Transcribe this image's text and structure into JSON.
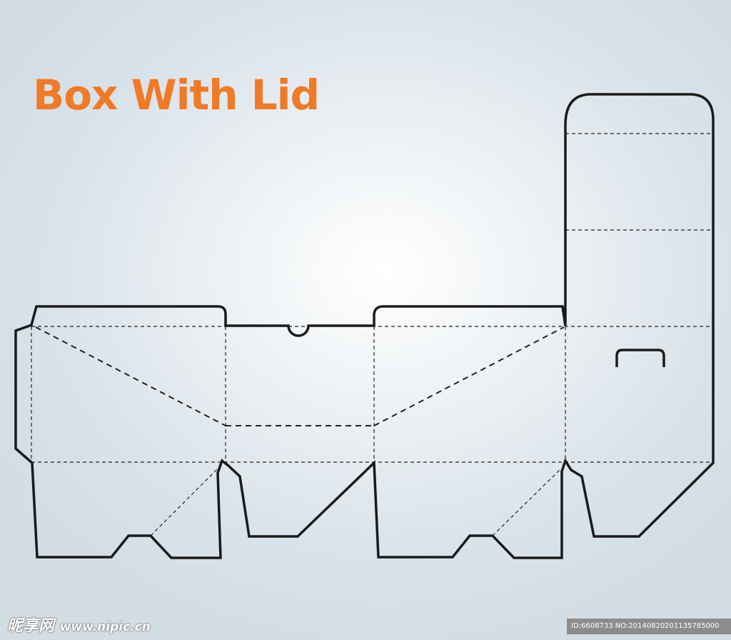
{
  "title": "Box With Lid",
  "colors": {
    "title": "#f07a26",
    "cut_line": "#1a1a1a",
    "fold_line": "#222222",
    "background": "#d9e3ea"
  },
  "watermark": {
    "logo_text": "昵享网",
    "url": "www.nipic.cn",
    "id_text": "ID:6608733 NO:20140820201135785000"
  }
}
